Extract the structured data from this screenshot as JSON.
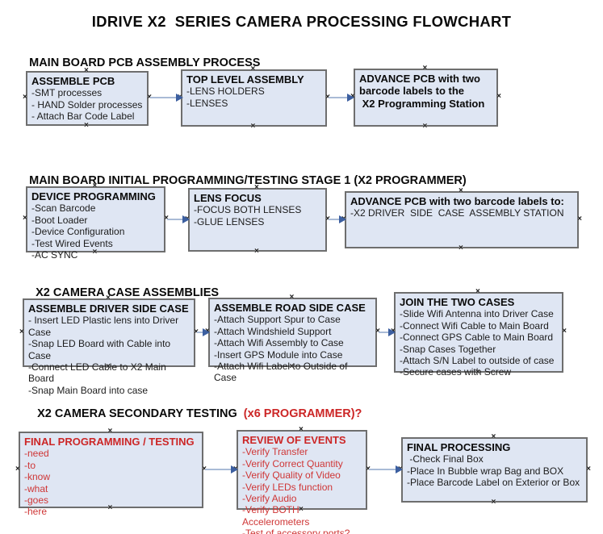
{
  "title": "IDRIVE X2  SERIES CAMERA PROCESSING FLOWCHART",
  "colors": {
    "accent_red": "#cc2626",
    "box_fill": "#dfe6f3",
    "box_border": "#6e6e6e",
    "arrow_shaft": "#a9bbd6",
    "arrow_head": "#3c5fa0"
  },
  "sections": [
    {
      "heading": "MAIN BOARD PCB ASSEMBLY PROCESS",
      "heading_accent": ""
    },
    {
      "heading": "MAIN BOARD INITIAL PROGRAMMING/TESTING STAGE 1 (X2 PROGRAMMER)",
      "heading_accent": ""
    },
    {
      "heading": "X2 CAMERA CASE ASSEMBLIES",
      "heading_accent": ""
    },
    {
      "heading": "X2 CAMERA SECONDARY TESTING  ",
      "heading_accent": "(x6 PROGRAMMER)?"
    }
  ],
  "boxes": {
    "assemble_pcb": {
      "title": "ASSEMBLE PCB",
      "items": [
        "-SMT processes",
        "- HAND Solder processes",
        "- Attach Bar Code Label"
      ]
    },
    "top_level_assembly": {
      "title": "TOP LEVEL ASSEMBLY",
      "items": [
        "-LENS HOLDERS",
        "-LENSES"
      ]
    },
    "advance_pcb_station": {
      "title": "ADVANCE PCB with two\nbarcode labels to the\n X2 Programming Station",
      "items": []
    },
    "device_programming": {
      "title": "DEVICE PROGRAMMING",
      "items": [
        "-Scan Barcode",
        "-Boot Loader",
        "-Device Configuration",
        "-Test Wired Events",
        "-AC SYNC"
      ]
    },
    "lens_focus": {
      "title": "LENS FOCUS",
      "items": [
        "-FOCUS BOTH LENSES",
        "-GLUE LENSES"
      ]
    },
    "advance_pcb_driver": {
      "title": "ADVANCE PCB with two barcode labels to:",
      "items": [
        "-X2 DRIVER  SIDE  CASE  ASSEMBLY STATION"
      ]
    },
    "assemble_driver_side": {
      "title": "ASSEMBLE DRIVER SIDE CASE",
      "items": [
        "- Insert LED Plastic lens into Driver Case",
        "-Snap LED Board with Cable into Case",
        "-Connect LED Cable to X2 Main Board",
        "-Snap Main Board into case"
      ]
    },
    "assemble_road_side": {
      "title": "ASSEMBLE ROAD SIDE CASE",
      "items": [
        "-Attach Support Spur to Case",
        "-Attach Windshield Support",
        "-Attach Wifi Assembly to Case",
        "-Insert GPS Module into Case",
        "-Attach Wifi Label to Outside of Case"
      ]
    },
    "join_two_cases": {
      "title": "JOIN THE TWO CASES",
      "items": [
        "-Slide Wifi Antenna into Driver Case",
        "-Connect Wifi Cable to Main Board",
        "-Connect GPS Cable to Main Board",
        "-Snap Cases Together",
        "-Attach S/N Label to outside of case",
        "-Secure cases with Screw"
      ]
    },
    "final_programming": {
      "title": "FINAL PROGRAMMING / TESTING",
      "items": [
        "-need",
        "-to",
        "-know",
        "-what",
        "-goes",
        "-here"
      ]
    },
    "review_of_events": {
      "title": "REVIEW OF EVENTS",
      "items": [
        "-Verify Transfer",
        "-Verify Correct Quantity",
        "-Verify Quality of Video",
        "-Verify LEDs function",
        "-Verify Audio",
        "-Verify BOTH Accelerometers",
        "-Test of accessory ports?"
      ]
    },
    "final_processing": {
      "title": "FINAL PROCESSING",
      "items": [
        " -Check Final Box",
        "-Place In Bubble wrap Bag and BOX",
        "-Place Barcode Label on Exterior or Box"
      ]
    }
  }
}
